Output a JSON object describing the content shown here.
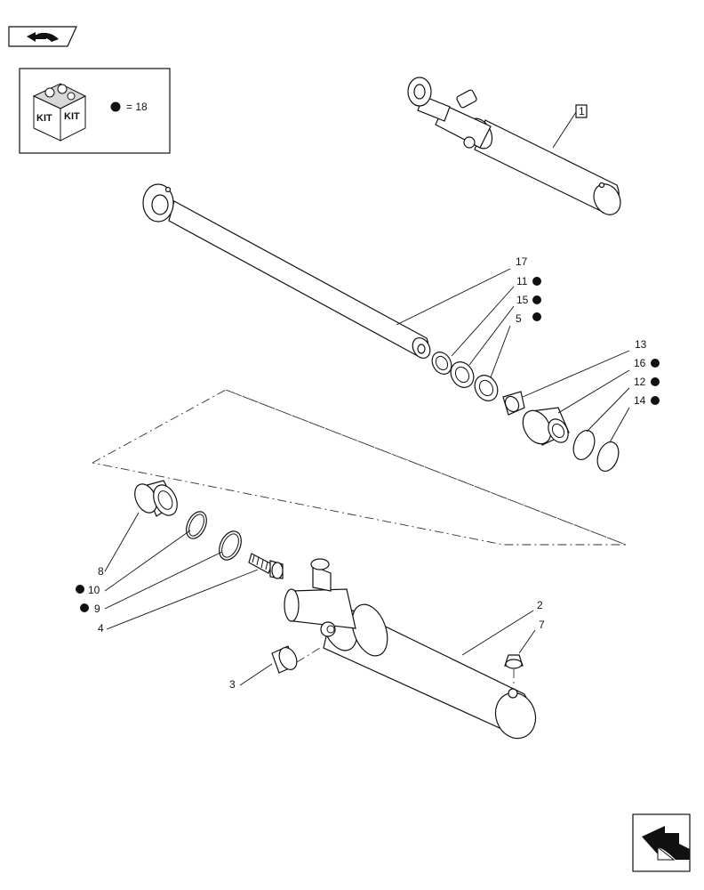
{
  "kit_legend": {
    "box_label_left": "KIT",
    "box_label_right": "KIT",
    "equals_text": "= 18"
  },
  "callouts": {
    "c1": "1",
    "c2": "2",
    "c3": "3",
    "c4": "4",
    "c5": "5",
    "c7": "7",
    "c8": "8",
    "c9": "9",
    "c10": "10",
    "c11": "11",
    "c12": "12",
    "c13": "13",
    "c14": "14",
    "c15": "15",
    "c16": "16",
    "c17": "17"
  },
  "icons": {
    "top_nav": "prev-page-arrow-icon",
    "bottom_nav": "next-page-arrow-icon",
    "kit_box": "kit-box-icon",
    "kit_marker": "kit-dot-icon"
  },
  "colors": {
    "line": "#111111",
    "background": "#ffffff"
  }
}
